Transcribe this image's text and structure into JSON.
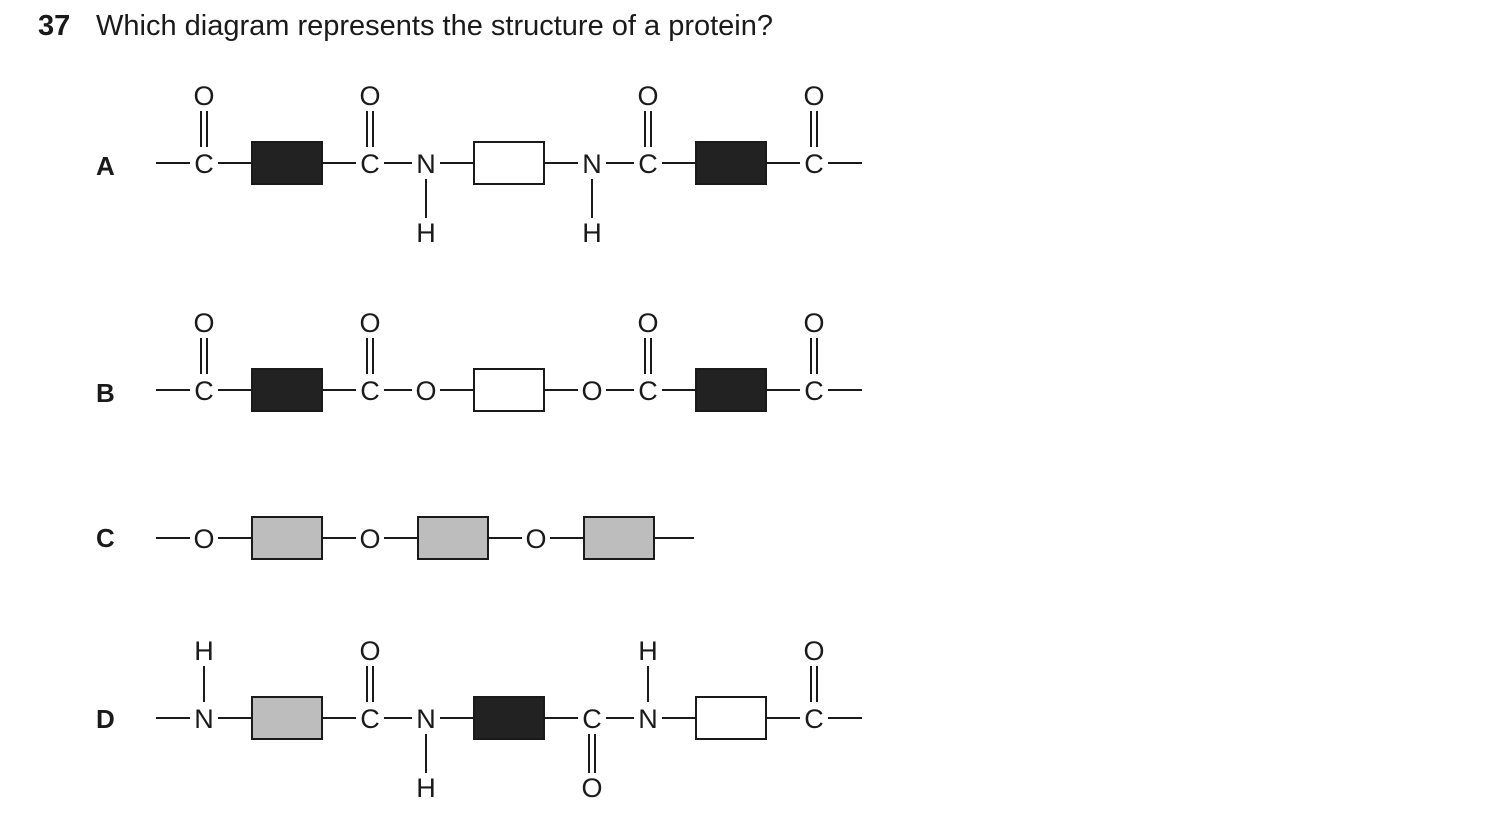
{
  "question": {
    "number": "37",
    "text": "Which diagram represents the structure of a protein?"
  },
  "colors": {
    "black_block": "#222222",
    "white_block": "#ffffff",
    "grey_block": "#bdbdbd"
  },
  "options": [
    {
      "label": "A",
      "chain": [
        {
          "kind": "bond"
        },
        {
          "kind": "atom",
          "symbol": "C",
          "up": "O"
        },
        {
          "kind": "bond"
        },
        {
          "kind": "block",
          "fill": "black"
        },
        {
          "kind": "bond"
        },
        {
          "kind": "atom",
          "symbol": "C",
          "up": "O"
        },
        {
          "kind": "bond"
        },
        {
          "kind": "atom",
          "symbol": "N",
          "down": "H"
        },
        {
          "kind": "bond"
        },
        {
          "kind": "block",
          "fill": "white"
        },
        {
          "kind": "bond"
        },
        {
          "kind": "atom",
          "symbol": "N",
          "down": "H"
        },
        {
          "kind": "bond"
        },
        {
          "kind": "atom",
          "symbol": "C",
          "up": "O"
        },
        {
          "kind": "bond"
        },
        {
          "kind": "block",
          "fill": "black"
        },
        {
          "kind": "bond"
        },
        {
          "kind": "atom",
          "symbol": "C",
          "up": "O"
        },
        {
          "kind": "bond"
        }
      ]
    },
    {
      "label": "B",
      "chain": [
        {
          "kind": "bond"
        },
        {
          "kind": "atom",
          "symbol": "C",
          "up": "O"
        },
        {
          "kind": "bond"
        },
        {
          "kind": "block",
          "fill": "black"
        },
        {
          "kind": "bond"
        },
        {
          "kind": "atom",
          "symbol": "C",
          "up": "O"
        },
        {
          "kind": "bond"
        },
        {
          "kind": "atom",
          "symbol": "O"
        },
        {
          "kind": "bond"
        },
        {
          "kind": "block",
          "fill": "white"
        },
        {
          "kind": "bond"
        },
        {
          "kind": "atom",
          "symbol": "O"
        },
        {
          "kind": "bond"
        },
        {
          "kind": "atom",
          "symbol": "C",
          "up": "O"
        },
        {
          "kind": "bond"
        },
        {
          "kind": "block",
          "fill": "black"
        },
        {
          "kind": "bond"
        },
        {
          "kind": "atom",
          "symbol": "C",
          "up": "O"
        },
        {
          "kind": "bond"
        }
      ]
    },
    {
      "label": "C",
      "chain": [
        {
          "kind": "bond"
        },
        {
          "kind": "atom",
          "symbol": "O"
        },
        {
          "kind": "bond"
        },
        {
          "kind": "block",
          "fill": "grey"
        },
        {
          "kind": "bond"
        },
        {
          "kind": "atom",
          "symbol": "O"
        },
        {
          "kind": "bond"
        },
        {
          "kind": "block",
          "fill": "grey"
        },
        {
          "kind": "bond"
        },
        {
          "kind": "atom",
          "symbol": "O"
        },
        {
          "kind": "bond"
        },
        {
          "kind": "block",
          "fill": "grey"
        },
        {
          "kind": "bond"
        }
      ]
    },
    {
      "label": "D",
      "chain": [
        {
          "kind": "bond"
        },
        {
          "kind": "atom",
          "symbol": "N",
          "up": "H"
        },
        {
          "kind": "bond"
        },
        {
          "kind": "block",
          "fill": "grey"
        },
        {
          "kind": "bond"
        },
        {
          "kind": "atom",
          "symbol": "C",
          "up": "O"
        },
        {
          "kind": "bond"
        },
        {
          "kind": "atom",
          "symbol": "N",
          "down": "H"
        },
        {
          "kind": "bond"
        },
        {
          "kind": "block",
          "fill": "black"
        },
        {
          "kind": "bond"
        },
        {
          "kind": "atom",
          "symbol": "C",
          "down": "O"
        },
        {
          "kind": "bond"
        },
        {
          "kind": "atom",
          "symbol": "N",
          "up": "H"
        },
        {
          "kind": "bond"
        },
        {
          "kind": "block",
          "fill": "white"
        },
        {
          "kind": "bond"
        },
        {
          "kind": "atom",
          "symbol": "C",
          "up": "O"
        },
        {
          "kind": "bond"
        }
      ]
    }
  ]
}
